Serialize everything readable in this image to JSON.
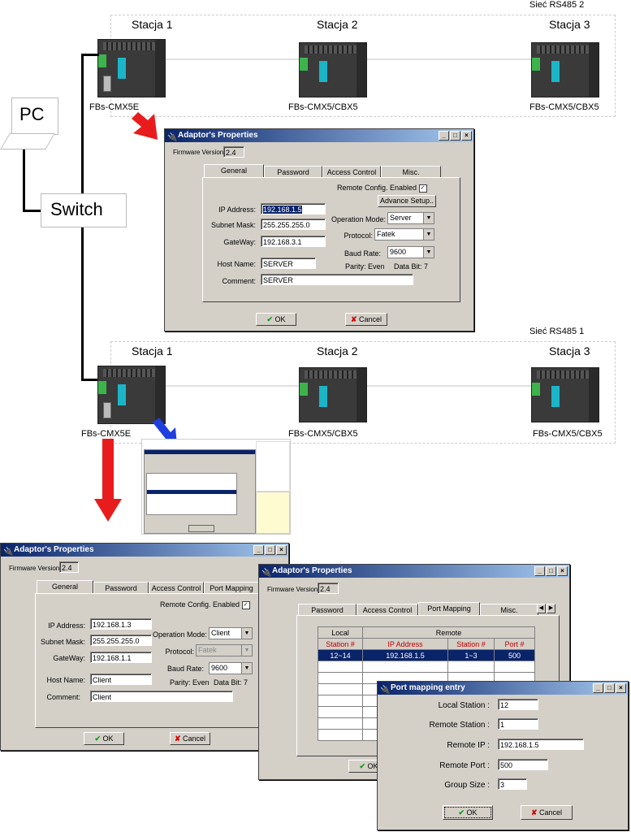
{
  "network_top": {
    "label": "Sieć RS485  2",
    "stations": [
      "Stacja 1",
      "Stacja 2",
      "Stacja 3"
    ],
    "devices": [
      "FBs-CMX5E",
      "FBs-CMX5/CBX5",
      "FBs-CMX5/CBX5"
    ]
  },
  "network_bottom": {
    "label": "Sieć RS485  1",
    "stations": [
      "Stacja 1",
      "Stacja 2",
      "Stacja 3"
    ],
    "devices": [
      "FBs-CMX5E",
      "FBs-CMX5/CBX5",
      "FBs-CMX5/CBX5"
    ]
  },
  "pc_label": "PC",
  "switch_label": "Switch",
  "dialog_server": {
    "title": "Adaptor's Properties",
    "firmware_label": "Firmware Version:",
    "firmware_value": "2.4",
    "tabs": [
      "General",
      "Password",
      "Access Control",
      "Misc."
    ],
    "remote_config": "Remote Config. Enabled",
    "advance_setup": "Advance Setup..",
    "ip_label": "IP Address:",
    "ip_value": "192.168.1.5",
    "mask_label": "Subnet Mask:",
    "mask_value": "255.255.255.0",
    "gw_label": "GateWay:",
    "gw_value": "192.168.3.1",
    "host_label": "Host Name:",
    "host_value": "SERVER",
    "comment_label": "Comment:",
    "comment_value": "SERVER",
    "opmode_label": "Operation Mode:",
    "opmode_value": "Server",
    "protocol_label": "Protocol:",
    "protocol_value": "Fatek",
    "baud_label": "Baud Rate:",
    "baud_value": "9600",
    "parity": "Parity: Even",
    "databit": "Data Bit: 7",
    "ok": "OK",
    "cancel": "Cancel"
  },
  "dialog_client": {
    "title": "Adaptor's Properties",
    "firmware_label": "Firmware Version:",
    "firmware_value": "2.4",
    "tabs": [
      "General",
      "Password",
      "Access Control",
      "Port Mapping"
    ],
    "remote_config": "Remote Config. Enabled",
    "ip_label": "IP Address:",
    "ip_value": "192.168.1.3",
    "mask_label": "Subnet Mask:",
    "mask_value": "255.255.255.0",
    "gw_label": "GateWay:",
    "gw_value": "192.168.1.1",
    "host_label": "Host Name:",
    "host_value": "Client",
    "comment_label": "Comment:",
    "comment_value": "Client",
    "opmode_label": "Operation Mode:",
    "opmode_value": "Client",
    "protocol_label": "Protocol:",
    "protocol_value": "Fatek",
    "baud_label": "Baud Rate:",
    "baud_value": "9600",
    "parity": "Parity: Even",
    "databit": "Data Bit: 7",
    "ok": "OK",
    "cancel": "Cancel"
  },
  "dialog_portmap": {
    "title": "Adaptor's Properties",
    "firmware_label": "Firmware Version:",
    "firmware_value": "2.4",
    "tabs": [
      "Password",
      "Access Control",
      "Port Mapping",
      "Misc."
    ],
    "group_local": "Local",
    "group_remote": "Remote",
    "columns": [
      "Station #",
      "IP Address",
      "Station #",
      "Port #"
    ],
    "row": [
      "12~14",
      "192.168.1.5",
      "1~3",
      "500"
    ],
    "ok": "OK"
  },
  "dialog_entry": {
    "title": "Port mapping entry",
    "local_label": "Local Station :",
    "local_value": "12",
    "rstation_label": "Remote Station :",
    "rstation_value": "1",
    "rip_label": "Remote IP :",
    "rip_value": "192.168.1.5",
    "rport_label": "Remote Port :",
    "rport_value": "500",
    "group_label": "Group Size :",
    "group_value": "3",
    "ok": "OK",
    "cancel": "Cancel"
  }
}
